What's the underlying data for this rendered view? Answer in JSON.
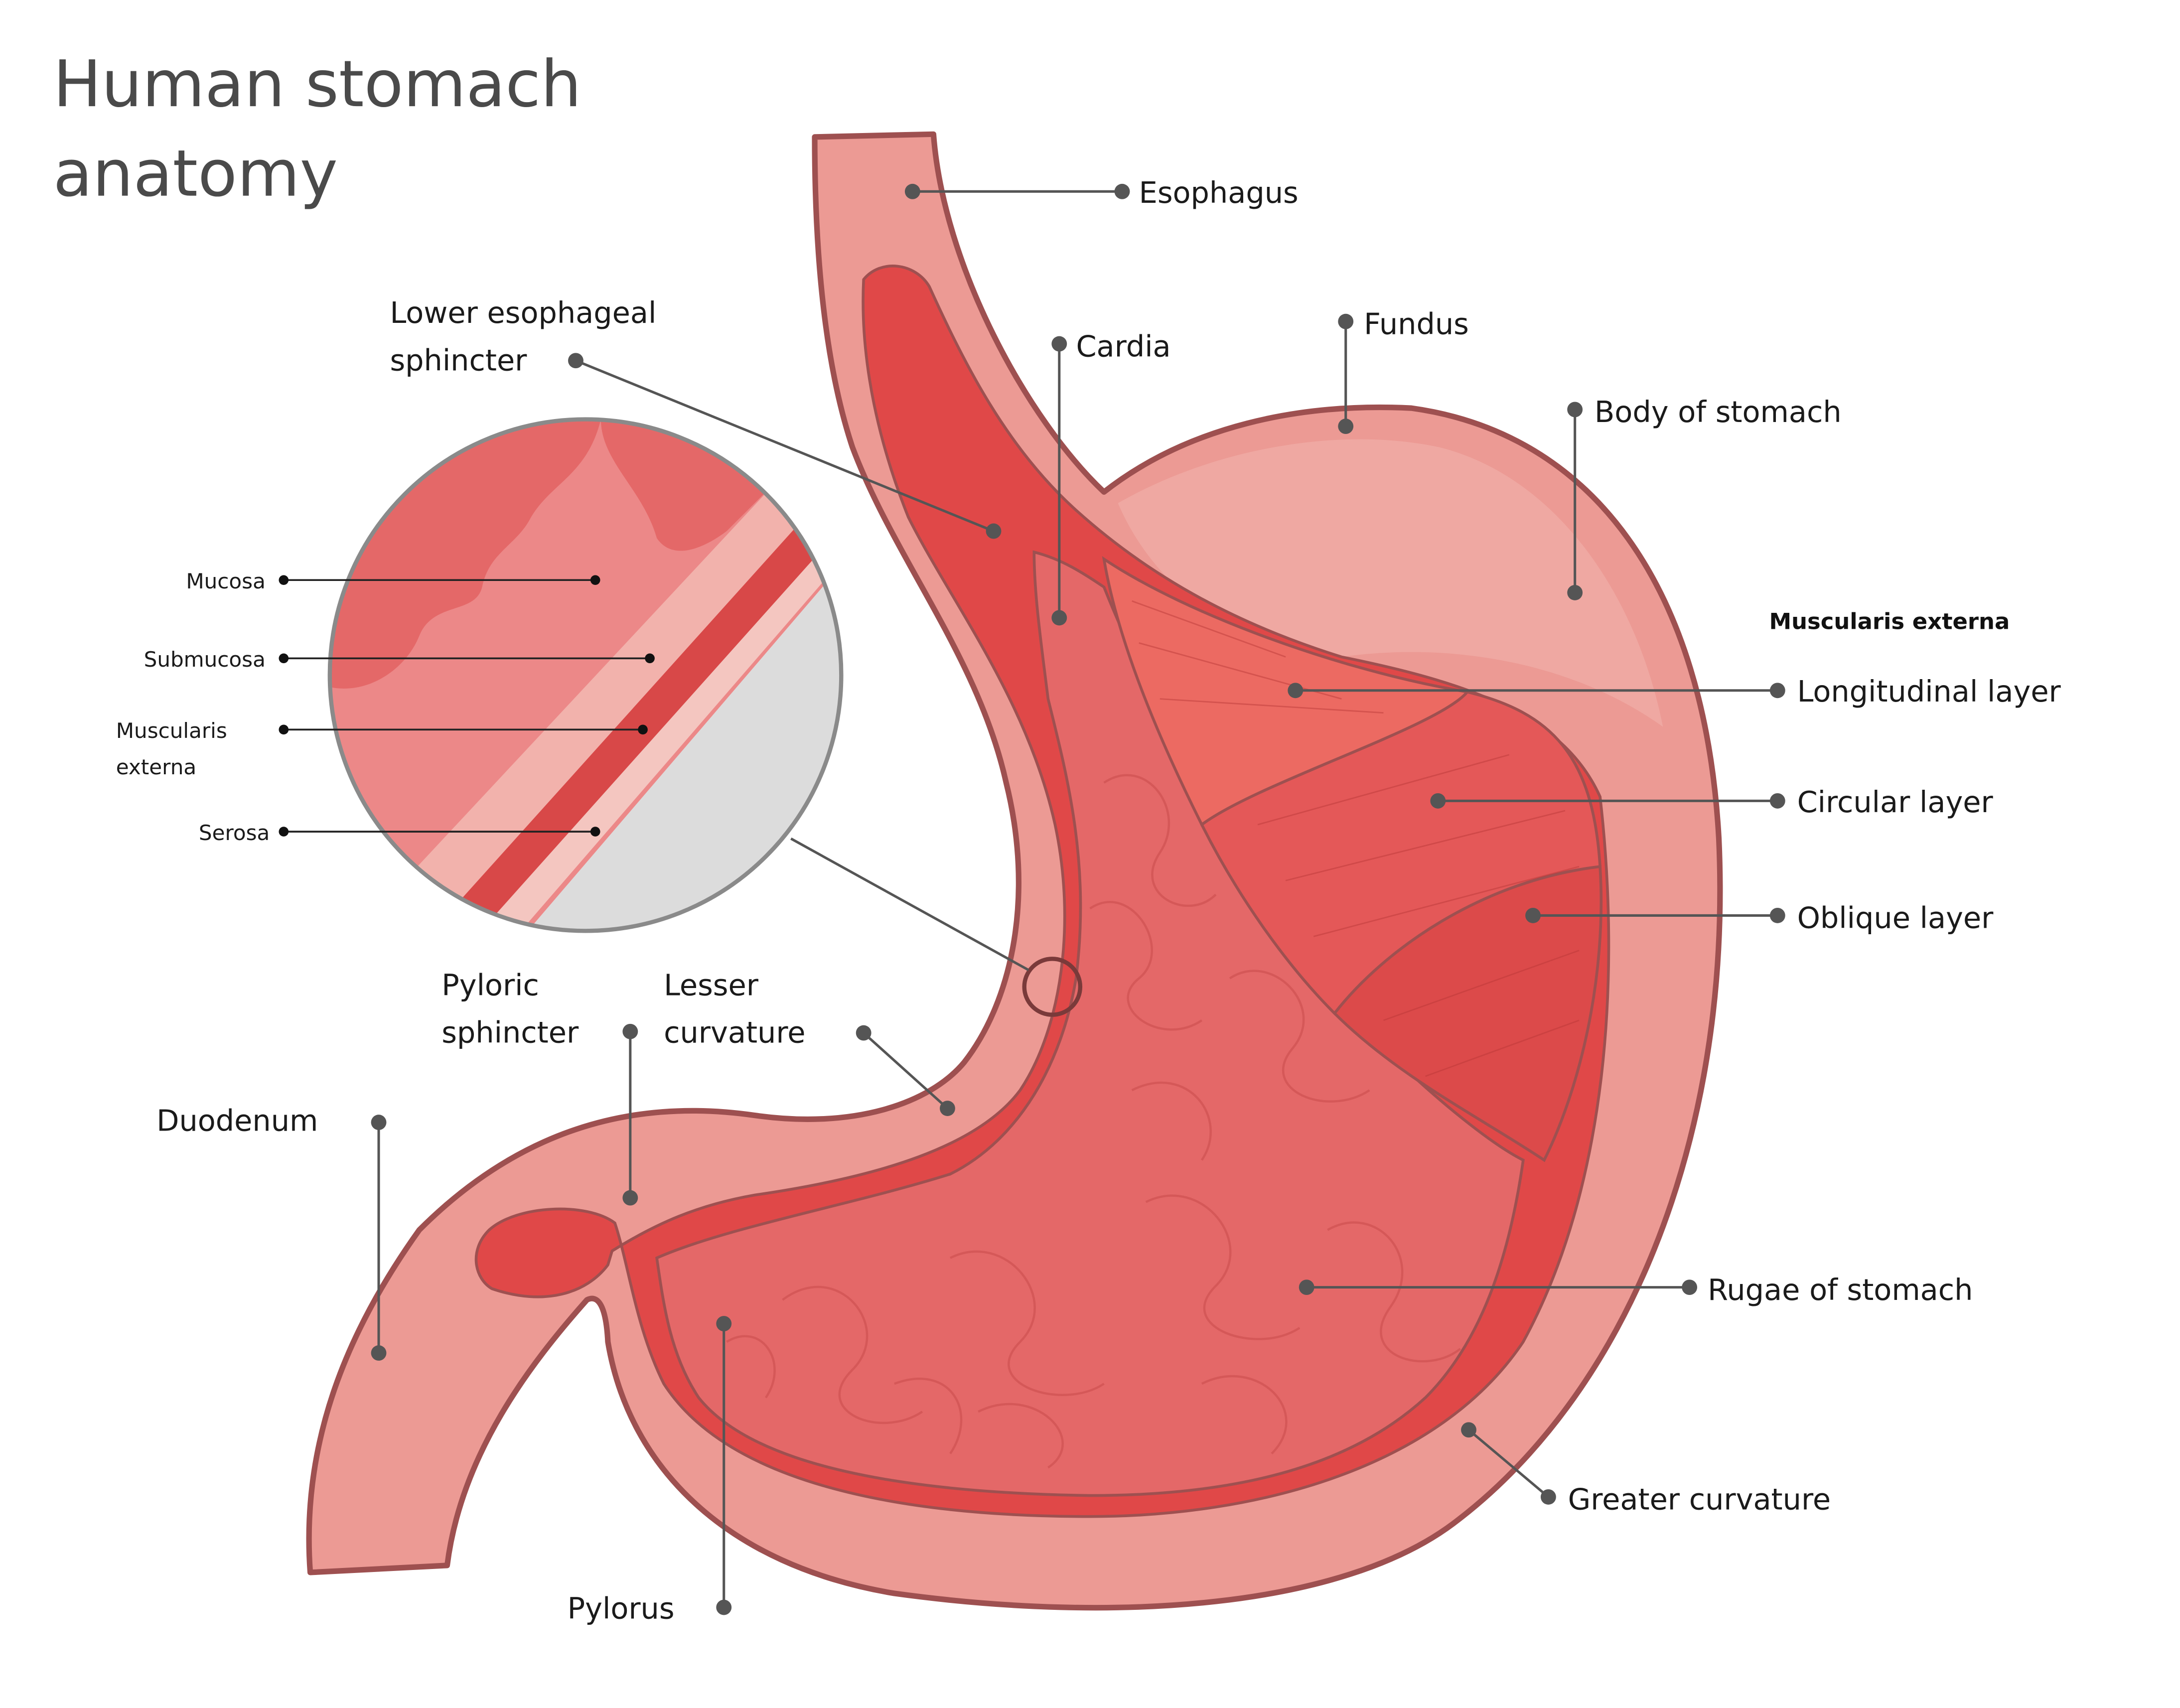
{
  "title": {
    "line1": "Human stomach",
    "line2": "anatomy"
  },
  "labels": {
    "esophagus": "Esophagus",
    "les_line1": "Lower esophageal",
    "les_line2": "sphincter",
    "cardia": "Cardia",
    "fundus": "Fundus",
    "body": "Body of stomach",
    "muscularis_heading": "Muscularis externa",
    "longitudinal": "Longitudinal layer",
    "circular": "Circular layer",
    "oblique": "Oblique layer",
    "pyloric_line1": "Pyloric",
    "pyloric_line2": "sphincter",
    "lesser_line1": "Lesser",
    "lesser_line2": "curvature",
    "duodenum": "Duodenum",
    "rugae": "Rugae of stomach",
    "greater": "Greater curvature",
    "pylorus": "Pylorus"
  },
  "inset": {
    "mucosa": "Mucosa",
    "submucosa": "Submucosa",
    "muscularis_line1": "Muscularis",
    "muscularis_line2": "externa",
    "serosa": "Serosa"
  },
  "colors": {
    "wall": "#ec9a94",
    "wall_light": "#f2b2ac",
    "muscle": "#e04848",
    "muscle_dark": "#d13c3c",
    "lumen": "#e46868",
    "outline": "#9e5050",
    "serosa_gray": "#dcdcdc"
  }
}
